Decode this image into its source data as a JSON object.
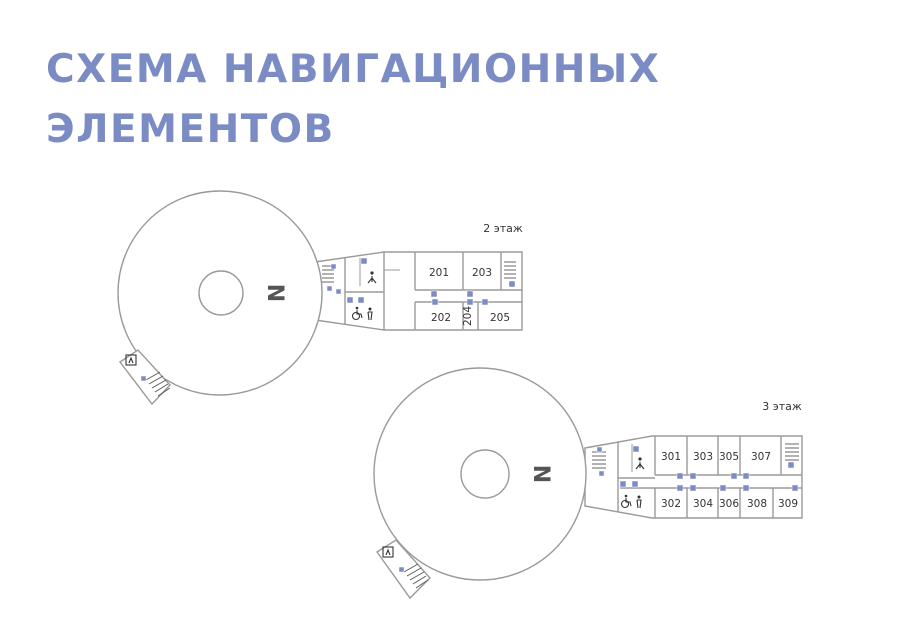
{
  "title": {
    "line1": "СХЕМА НАВИГАЦИОННЫХ",
    "line2": "ЭЛЕМЕНТОВ"
  },
  "floors": [
    {
      "label": "2 этаж",
      "north": "N",
      "rooms": [
        "201",
        "203",
        "202",
        "204",
        "205"
      ]
    },
    {
      "label": "3 этаж",
      "north": "N",
      "rooms": [
        "301",
        "303",
        "305",
        "307",
        "302",
        "304",
        "306",
        "308",
        "309"
      ]
    }
  ],
  "colors": {
    "title": "#7b8bc4",
    "markers": "#7b8bc4",
    "walls": "#9a9a9a"
  },
  "icons": [
    "stairs-icon",
    "evacuation-icon",
    "accessible-icon",
    "toilet-icon",
    "elevator-icon",
    "fire-icon",
    "first-aid-icon"
  ]
}
